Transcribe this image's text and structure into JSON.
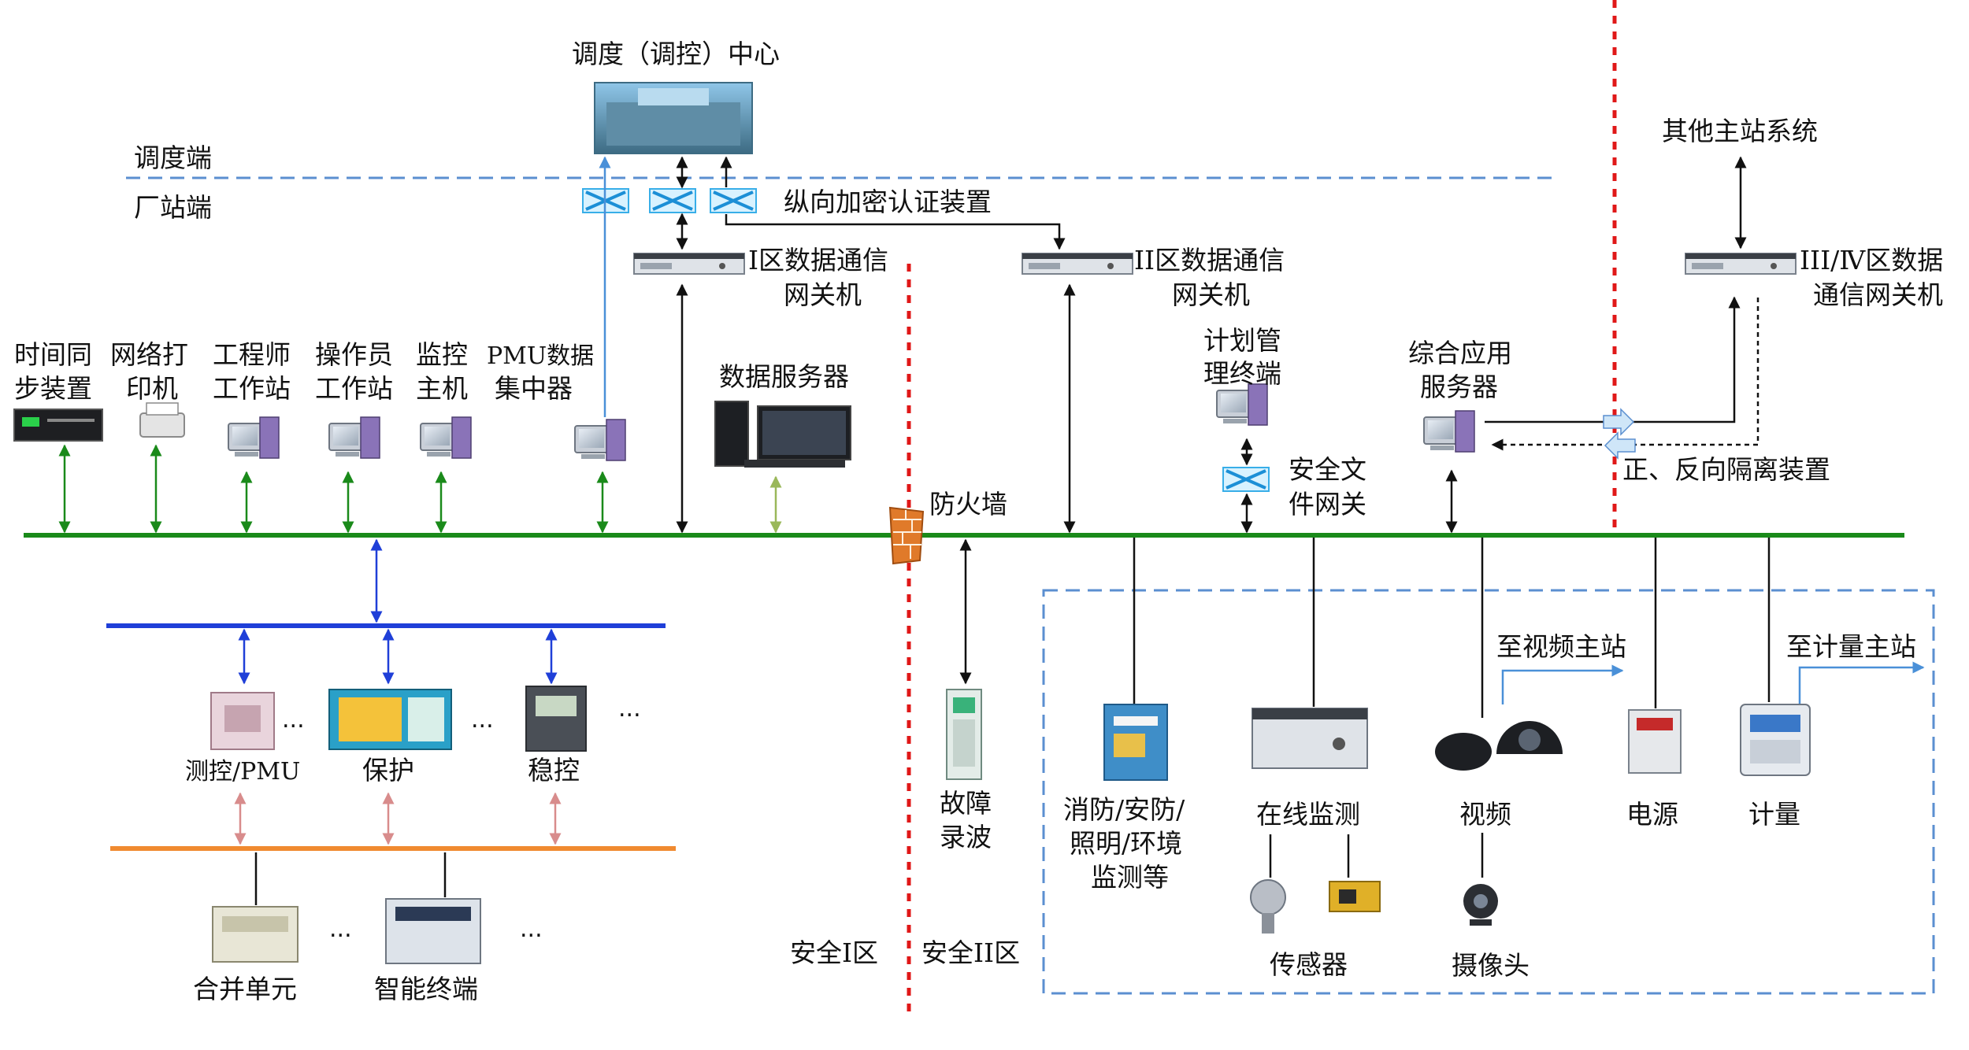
{
  "colors": {
    "station_bus": "#1a8a1a",
    "process_bus": "#1f3fd8",
    "sample_bus": "#f08a30",
    "zone_divider": "#e01818",
    "dispatch_divider": "#5b8fd0",
    "arrow_green": "#1a8a1a",
    "arrow_blue": "#1f3fd8",
    "arrow_pink": "#d88c8c",
    "arrow_light_blue": "#4a90d8",
    "arrow_olive": "#9ab85a"
  },
  "labels": {
    "dispatch_center": "调度（调控）中心",
    "dispatch_side": "调度端",
    "plant_side": "厂站端",
    "vertical_encryption": "纵向加密认证装置",
    "zone1_gateway": [
      "I区数据通信",
      "网关机"
    ],
    "zone2_gateway": [
      "II区数据通信",
      "网关机"
    ],
    "zone34_gateway": [
      "III/Ⅳ区数据",
      "通信网关机"
    ],
    "other_master": "其他主站系统",
    "time_sync": [
      "时间同",
      "步装置"
    ],
    "network_printer": [
      "网络打",
      "印机"
    ],
    "engineer_station": [
      "工程师",
      "工作站"
    ],
    "operator_station": [
      "操作员",
      "工作站"
    ],
    "monitor_host": [
      "监控",
      "主机"
    ],
    "pmu_concentrator": [
      "PMU数据",
      "集中器"
    ],
    "data_server": "数据服务器",
    "plan_terminal": [
      "计划管",
      "理终端"
    ],
    "safe_file_gateway": [
      "安全文",
      "件网关"
    ],
    "integrated_server": [
      "综合应用",
      "服务器"
    ],
    "isolation_device": "正、反向隔离装置",
    "firewall": "防火墙",
    "measurement_pmu": "测控/PMU",
    "protection": "保护",
    "stability_control": "稳控",
    "merging_unit": "合并单元",
    "smart_terminal": "智能终端",
    "fault_recorder": [
      "故障",
      "录波"
    ],
    "fire_security": [
      "消防/安防/",
      "照明/环境",
      "监测等"
    ],
    "online_monitoring": "在线监测",
    "sensor": "传感器",
    "video": "视频",
    "camera": "摄像头",
    "power": "电源",
    "metering": "计量",
    "to_video_master": "至视频主站",
    "to_metering_master": "至计量主站",
    "safety_zone_1": "安全I区",
    "safety_zone_2": "安全II区",
    "ellipsis": "..."
  }
}
